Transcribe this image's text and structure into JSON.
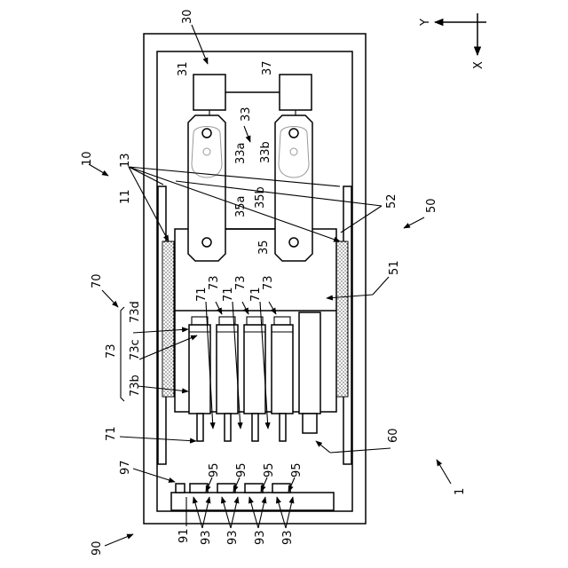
{
  "figure": {
    "axis_y": "Y",
    "axis_x": "X",
    "refs": {
      "r1": "1",
      "r10": "10",
      "r11": "11",
      "r13": "13",
      "r30": "30",
      "r31": "31",
      "r33": "33",
      "r33a": "33a",
      "r33b": "33b",
      "r35": "35",
      "r35a": "35a",
      "r35b": "35b",
      "r37": "37",
      "r50": "50",
      "r51": "51",
      "r52": "52",
      "r60": "60",
      "r70": "70",
      "r71": "71",
      "r73": "73",
      "r73b": "73b",
      "r73c": "73c",
      "r73d": "73d",
      "r90": "90",
      "r91": "91",
      "r93": "93",
      "r95": "95",
      "r97": "97"
    }
  }
}
